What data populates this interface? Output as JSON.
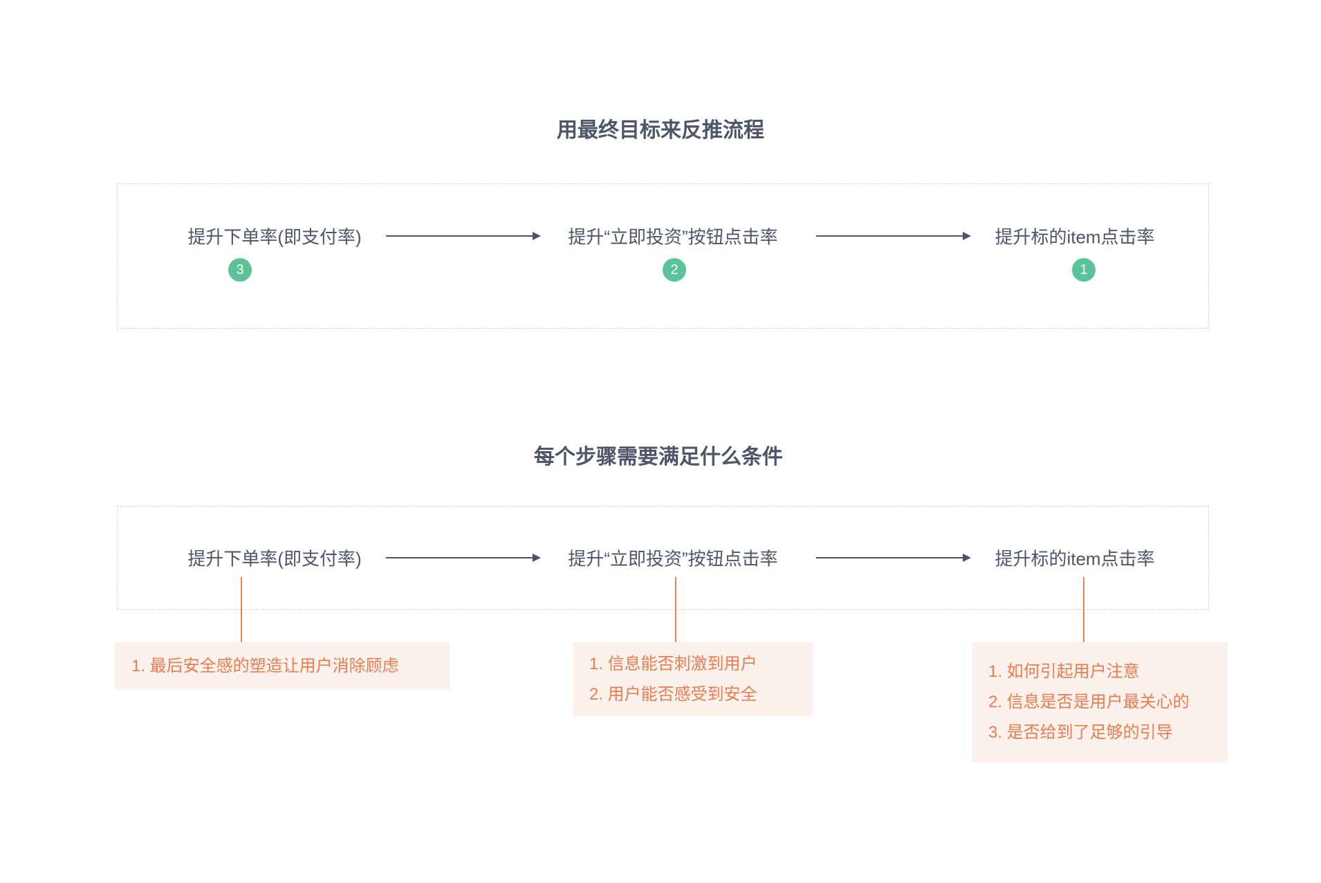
{
  "colors": {
    "text_slate": "#4d5569",
    "arrow": "#4c5566",
    "badge_green": "#5ac498",
    "note_orange_text": "#e87d52",
    "note_orange_line": "#e98355",
    "note_bg_pink": "#fdf1ec",
    "dashed_border": "#d4d4d4",
    "page_bg": "#ffffff"
  },
  "section1": {
    "title": "用最终目标来反推流程",
    "nodes": [
      {
        "label": "提升下单率(即支付率)",
        "badge": "3"
      },
      {
        "label": "提升“立即投资”按钮点击率",
        "badge": "2"
      },
      {
        "label": "提升标的item点击率",
        "badge": "1"
      }
    ]
  },
  "section2": {
    "title": "每个步骤需要满足什么条件",
    "nodes": [
      {
        "label": "提升下单率(即支付率)"
      },
      {
        "label": "提升“立即投资”按钮点击率"
      },
      {
        "label": "提升标的item点击率"
      }
    ],
    "notes": [
      {
        "items": [
          "1. 最后安全感的塑造让用户消除顾虑"
        ]
      },
      {
        "items": [
          "1. 信息能否刺激到用户",
          "2. 用户能否感受到安全"
        ]
      },
      {
        "items": [
          "1. 如何引起用户注意",
          "2. 信息是否是用户最关心的",
          "3. 是否给到了足够的引导"
        ]
      }
    ]
  }
}
